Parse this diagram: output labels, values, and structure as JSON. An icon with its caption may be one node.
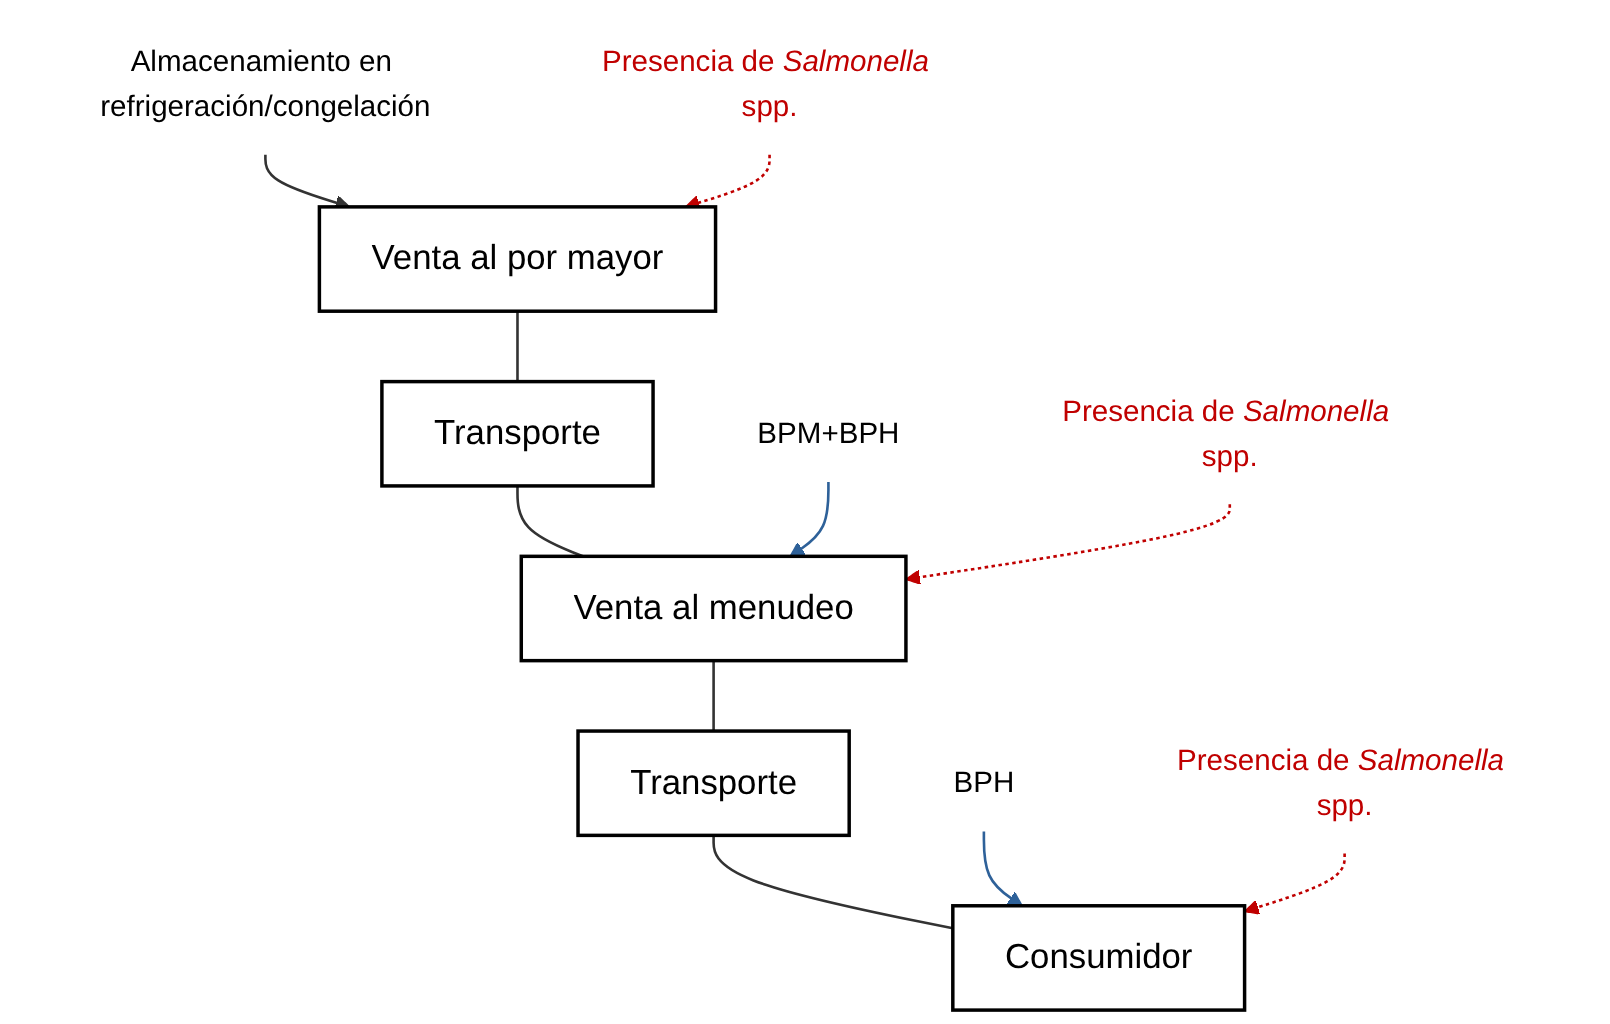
{
  "diagram": {
    "nodes": [
      {
        "text": [
          "Almacenamiento en refrigeración/congelación"
        ]
      },
      {
        "text": [
          "Venta al por mayor"
        ]
      },
      {
        "text": [
          "Presencia de *Salmonella* spp."
        ]
      },
      {
        "text": [
          "Transporte"
        ]
      },
      {
        "text": [
          "BPM+BPH"
        ]
      },
      {
        "text": [
          "Venta al menudeo"
        ]
      },
      {
        "text": [
          "Presencia de *Salmonella* spp."
        ]
      },
      {
        "text": [
          "Transporte"
        ]
      },
      {
        "text": [
          "BPH"
        ]
      },
      {
        "text": [
          "Consumidor"
        ]
      },
      {
        "text": [
          "Presencia de *Salmonella* spp."
        ]
      }
    ],
    "edges": [
      {
        "from": 0,
        "to": 1,
        "arrow": "to"
      },
      {
        "from": 2,
        "to": 1,
        "arrow": "to",
        "style": "dashed",
        "color": "#c00000"
      },
      {
        "from": 1,
        "to": 3,
        "arrow": "none"
      },
      {
        "from": 3,
        "to": 5,
        "arrow": "none"
      },
      {
        "from": 4,
        "to": 5,
        "arrow": "to",
        "color": "#2e6199"
      },
      {
        "from": 6,
        "to": 5,
        "arrow": "to",
        "style": "dashed",
        "color": "#c00000"
      },
      {
        "from": 5,
        "to": 7,
        "arrow": "none"
      },
      {
        "from": 7,
        "to": 9,
        "arrow": "none"
      },
      {
        "from": 8,
        "to": 9,
        "arrow": "to",
        "color": "#2e6199"
      },
      {
        "from": 10,
        "to": 9,
        "arrow": "to",
        "style": "dashed",
        "color": "#c00000"
      }
    ]
  }
}
